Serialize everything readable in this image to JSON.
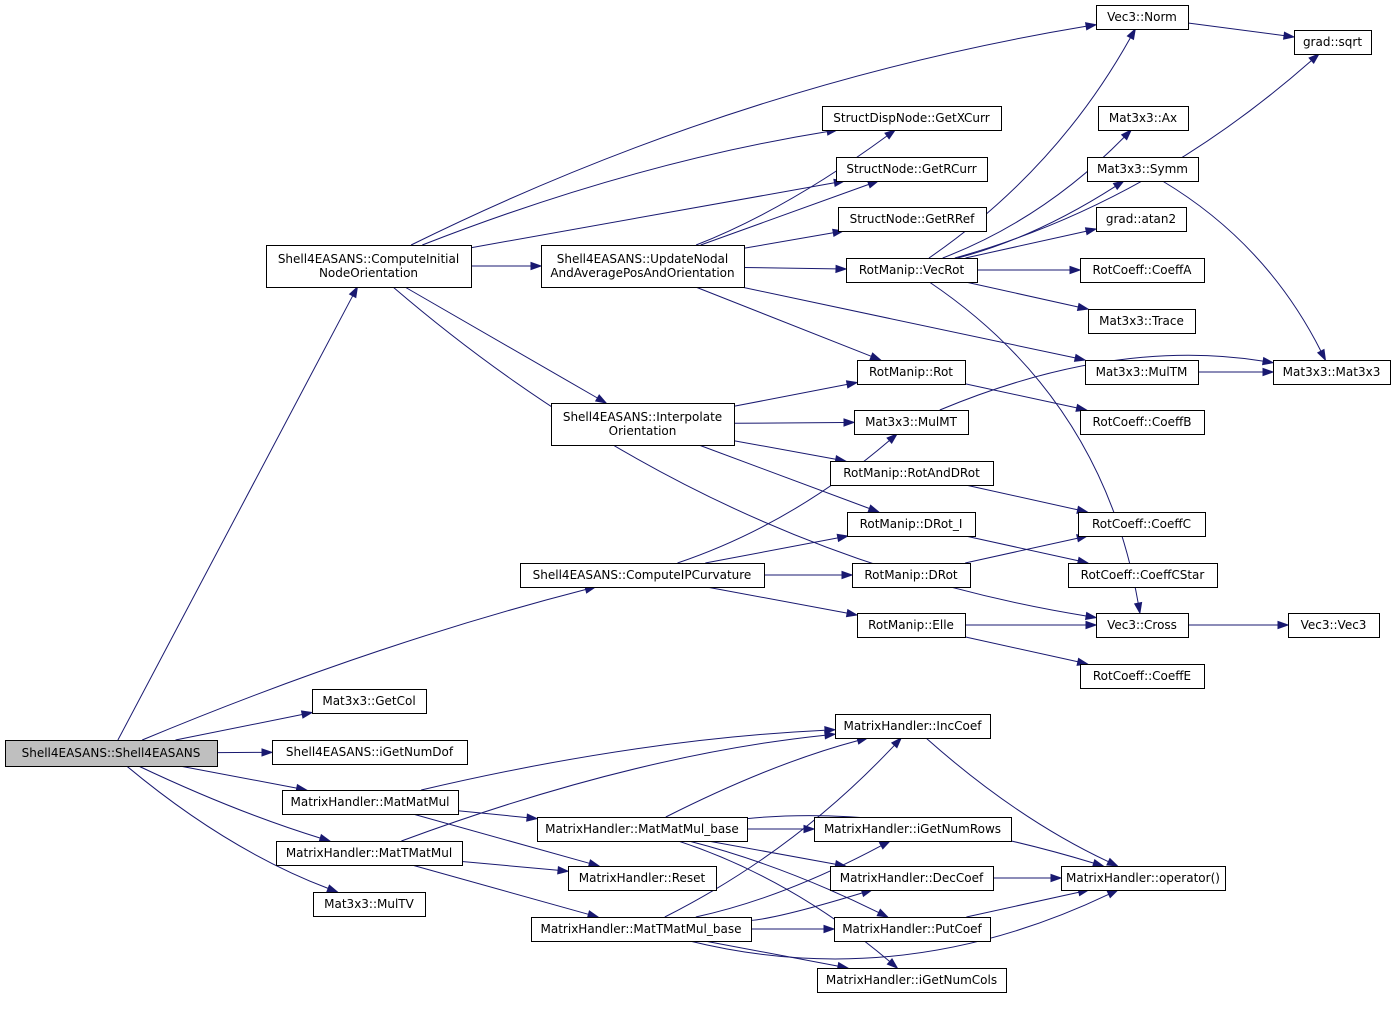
{
  "graph": {
    "nodes": [
      {
        "id": "root",
        "lines": [
          "Shell4EASANS::Shell4EASANS"
        ],
        "root": true
      },
      {
        "id": "compInit",
        "lines": [
          "Shell4EASANS::ComputeInitial",
          "NodeOrientation"
        ]
      },
      {
        "id": "updNodal",
        "lines": [
          "Shell4EASANS::UpdateNodal",
          "AndAveragePosAndOrientation"
        ]
      },
      {
        "id": "interp",
        "lines": [
          "Shell4EASANS::Interpolate",
          "Orientation"
        ]
      },
      {
        "id": "compIP",
        "lines": [
          "Shell4EASANS::ComputeIPCurvature"
        ]
      },
      {
        "id": "getCol",
        "lines": [
          "Mat3x3::GetCol"
        ]
      },
      {
        "id": "iGetNumDof",
        "lines": [
          "Shell4EASANS::iGetNumDof"
        ]
      },
      {
        "id": "matMatMul",
        "lines": [
          "MatrixHandler::MatMatMul"
        ]
      },
      {
        "id": "matTMatMul",
        "lines": [
          "MatrixHandler::MatTMatMul"
        ]
      },
      {
        "id": "mulTV",
        "lines": [
          "Mat3x3::MulTV"
        ]
      },
      {
        "id": "getXCurr",
        "lines": [
          "StructDispNode::GetXCurr"
        ]
      },
      {
        "id": "getRCurr",
        "lines": [
          "StructNode::GetRCurr"
        ]
      },
      {
        "id": "getRRef",
        "lines": [
          "StructNode::GetRRef"
        ]
      },
      {
        "id": "vecRot",
        "lines": [
          "RotManip::VecRot"
        ]
      },
      {
        "id": "rot",
        "lines": [
          "RotManip::Rot"
        ]
      },
      {
        "id": "mulMT",
        "lines": [
          "Mat3x3::MulMT"
        ]
      },
      {
        "id": "rotAndDRot",
        "lines": [
          "RotManip::RotAndDRot"
        ]
      },
      {
        "id": "dRotI",
        "lines": [
          "RotManip::DRot_I"
        ]
      },
      {
        "id": "dRot",
        "lines": [
          "RotManip::DRot"
        ]
      },
      {
        "id": "elle",
        "lines": [
          "RotManip::Elle"
        ]
      },
      {
        "id": "vec3Norm",
        "lines": [
          "Vec3::Norm"
        ]
      },
      {
        "id": "gradSqrt",
        "lines": [
          "grad::sqrt"
        ]
      },
      {
        "id": "mat3Ax",
        "lines": [
          "Mat3x3::Ax"
        ]
      },
      {
        "id": "mat3Symm",
        "lines": [
          "Mat3x3::Symm"
        ]
      },
      {
        "id": "gradAtan2",
        "lines": [
          "grad::atan2"
        ]
      },
      {
        "id": "coeffA",
        "lines": [
          "RotCoeff::CoeffA"
        ]
      },
      {
        "id": "mat3Trace",
        "lines": [
          "Mat3x3::Trace"
        ]
      },
      {
        "id": "mat3MulTM",
        "lines": [
          "Mat3x3::MulTM"
        ]
      },
      {
        "id": "mat3Mat3",
        "lines": [
          "Mat3x3::Mat3x3"
        ]
      },
      {
        "id": "coeffB",
        "lines": [
          "RotCoeff::CoeffB"
        ]
      },
      {
        "id": "coeffC",
        "lines": [
          "RotCoeff::CoeffC"
        ]
      },
      {
        "id": "coeffCStar",
        "lines": [
          "RotCoeff::CoeffCStar"
        ]
      },
      {
        "id": "vec3Cross",
        "lines": [
          "Vec3::Cross"
        ]
      },
      {
        "id": "vec3Vec3",
        "lines": [
          "Vec3::Vec3"
        ]
      },
      {
        "id": "coeffE",
        "lines": [
          "RotCoeff::CoeffE"
        ]
      },
      {
        "id": "incCoef",
        "lines": [
          "MatrixHandler::IncCoef"
        ]
      },
      {
        "id": "matMatMulBase",
        "lines": [
          "MatrixHandler::MatMatMul_base"
        ]
      },
      {
        "id": "iGetNumRows",
        "lines": [
          "MatrixHandler::iGetNumRows"
        ]
      },
      {
        "id": "reset",
        "lines": [
          "MatrixHandler::Reset"
        ]
      },
      {
        "id": "decCoef",
        "lines": [
          "MatrixHandler::DecCoef"
        ]
      },
      {
        "id": "operatorParen",
        "lines": [
          "MatrixHandler::operator()"
        ]
      },
      {
        "id": "matTMatMulBase",
        "lines": [
          "MatrixHandler::MatTMatMul_base"
        ]
      },
      {
        "id": "putCoef",
        "lines": [
          "MatrixHandler::PutCoef"
        ]
      },
      {
        "id": "iGetNumCols",
        "lines": [
          "MatrixHandler::iGetNumCols"
        ]
      }
    ],
    "edges": [
      [
        "root",
        "compInit"
      ],
      [
        "root",
        "compIP"
      ],
      [
        "root",
        "getCol"
      ],
      [
        "root",
        "iGetNumDof"
      ],
      [
        "root",
        "matMatMul"
      ],
      [
        "root",
        "matTMatMul"
      ],
      [
        "root",
        "mulTV"
      ],
      [
        "compInit",
        "vec3Norm"
      ],
      [
        "compInit",
        "getXCurr"
      ],
      [
        "compInit",
        "getRCurr"
      ],
      [
        "compInit",
        "updNodal"
      ],
      [
        "compInit",
        "interp"
      ],
      [
        "compInit",
        "vec3Cross"
      ],
      [
        "updNodal",
        "getXCurr"
      ],
      [
        "updNodal",
        "getRCurr"
      ],
      [
        "updNodal",
        "getRRef"
      ],
      [
        "updNodal",
        "vecRot"
      ],
      [
        "updNodal",
        "rot"
      ],
      [
        "updNodal",
        "mat3MulTM"
      ],
      [
        "interp",
        "rot"
      ],
      [
        "interp",
        "mulMT"
      ],
      [
        "interp",
        "rotAndDRot"
      ],
      [
        "interp",
        "dRotI"
      ],
      [
        "compIP",
        "mulMT"
      ],
      [
        "compIP",
        "dRotI"
      ],
      [
        "compIP",
        "dRot"
      ],
      [
        "compIP",
        "elle"
      ],
      [
        "vecRot",
        "vec3Norm"
      ],
      [
        "vecRot",
        "gradSqrt"
      ],
      [
        "vecRot",
        "mat3Ax"
      ],
      [
        "vecRot",
        "mat3Symm"
      ],
      [
        "vecRot",
        "gradAtan2"
      ],
      [
        "vecRot",
        "coeffA"
      ],
      [
        "vecRot",
        "mat3Trace"
      ],
      [
        "vecRot",
        "vec3Cross"
      ],
      [
        "vec3Norm",
        "gradSqrt"
      ],
      [
        "mat3Symm",
        "mat3Mat3"
      ],
      [
        "mat3MulTM",
        "mat3Mat3"
      ],
      [
        "rot",
        "coeffB"
      ],
      [
        "mulMT",
        "mat3Mat3"
      ],
      [
        "rotAndDRot",
        "coeffC"
      ],
      [
        "dRotI",
        "coeffCStar"
      ],
      [
        "dRot",
        "coeffC"
      ],
      [
        "elle",
        "vec3Cross"
      ],
      [
        "elle",
        "coeffE"
      ],
      [
        "vec3Cross",
        "vec3Vec3"
      ],
      [
        "matMatMul",
        "incCoef"
      ],
      [
        "matMatMul",
        "matMatMulBase"
      ],
      [
        "matMatMul",
        "reset"
      ],
      [
        "matTMatMul",
        "incCoef"
      ],
      [
        "matTMatMul",
        "reset"
      ],
      [
        "matTMatMul",
        "matTMatMulBase"
      ],
      [
        "matMatMulBase",
        "incCoef"
      ],
      [
        "matMatMulBase",
        "iGetNumRows"
      ],
      [
        "matMatMulBase",
        "decCoef"
      ],
      [
        "matMatMulBase",
        "putCoef"
      ],
      [
        "matMatMulBase",
        "iGetNumCols"
      ],
      [
        "matMatMulBase",
        "operatorParen"
      ],
      [
        "matTMatMulBase",
        "incCoef"
      ],
      [
        "matTMatMulBase",
        "iGetNumRows"
      ],
      [
        "matTMatMulBase",
        "decCoef"
      ],
      [
        "matTMatMulBase",
        "putCoef"
      ],
      [
        "matTMatMulBase",
        "iGetNumCols"
      ],
      [
        "matTMatMulBase",
        "operatorParen"
      ],
      [
        "incCoef",
        "operatorParen"
      ],
      [
        "decCoef",
        "operatorParen"
      ],
      [
        "putCoef",
        "operatorParen"
      ]
    ],
    "colors": {
      "edge": "#191970",
      "node_border": "#000000",
      "node_fill": "#ffffff",
      "root_fill": "#bfbfbf"
    }
  }
}
